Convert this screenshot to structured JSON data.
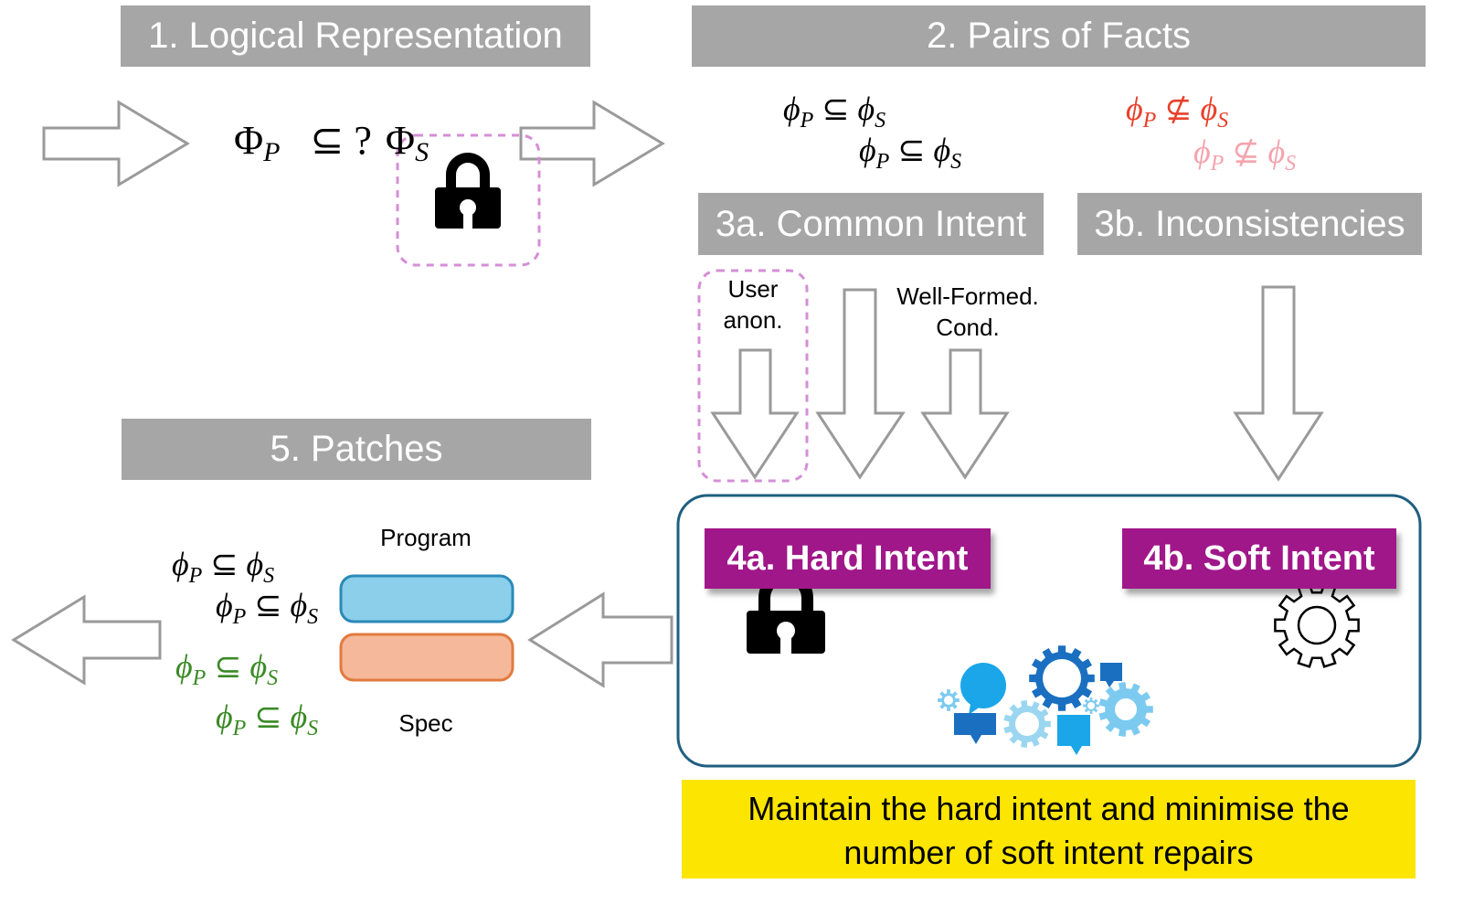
{
  "headers": {
    "logical": "1. Logical Representation",
    "pairs": "2. Pairs of Facts",
    "common": "3a. Common Intent",
    "inconsistencies": "3b. Inconsistencies",
    "patches": "5. Patches"
  },
  "logical_formula": {
    "lhs": "Φ",
    "lhs_sub": "P",
    "op": "⊆ ?",
    "rhs": "Φ",
    "rhs_sub": "S"
  },
  "fact_symbols": {
    "phi": "ϕ",
    "p": "P",
    "s": "S",
    "subset": "⊆",
    "not_subset": "⊈"
  },
  "common_labels": {
    "user_anon_line1": "User",
    "user_anon_line2": "anon.",
    "wellformed_line1": "Well-Formed.",
    "wellformed_line2": "Cond."
  },
  "intents": {
    "hard": "4a. Hard Intent",
    "soft": "4b. Soft Intent"
  },
  "patch_labels": {
    "program": "Program",
    "spec": "Spec"
  },
  "banner": {
    "line1": "Maintain the hard intent and minimise the",
    "line2": "number of soft intent repairs"
  },
  "colors": {
    "header_bg": "#a6a6a6",
    "inconsistency_red": "#e8412b",
    "inconsistency_pink": "#f4a3ad",
    "patch_green": "#3a8a25",
    "intent_purple": "#a0178a",
    "program_blue": "#8ccfeb",
    "spec_orange": "#f5b89b",
    "banner_yellow": "#fce500",
    "box_border": "#1f5f7f"
  },
  "icons": [
    "lock-icon",
    "gear-icon",
    "chat-gears-icon",
    "hollow-arrow-right",
    "hollow-arrow-down",
    "hollow-arrow-left"
  ]
}
